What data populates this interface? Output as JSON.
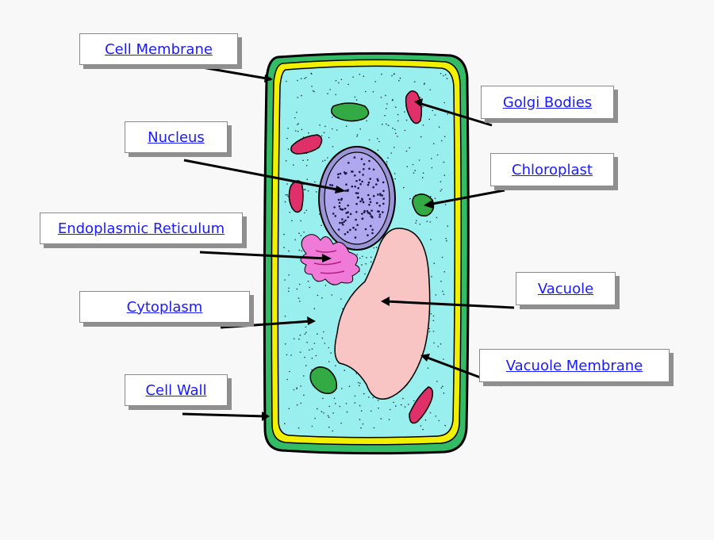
{
  "labels": {
    "cell_membrane": "Cell Membrane",
    "nucleus": "Nucleus",
    "endoplasmic_reticulum": "Endoplasmic Reticulum",
    "cytoplasm": "Cytoplasm",
    "cell_wall": "Cell Wall",
    "golgi_bodies": "Golgi Bodies",
    "chloroplast": "Chloroplast",
    "vacuole": "Vacuole",
    "vacuole_membrane": "Vacuole Membrane"
  },
  "colors": {
    "label_text": "#1a1aff",
    "cell_wall": "#33bb66",
    "cell_membrane": "#f0f000",
    "cytoplasm": "#99eeee",
    "nucleus": "#b0a8ee",
    "vacuole": "#f8c4c4",
    "chloroplast": "#33aa44",
    "golgi": "#e0306a",
    "er": "#f07ad8"
  }
}
